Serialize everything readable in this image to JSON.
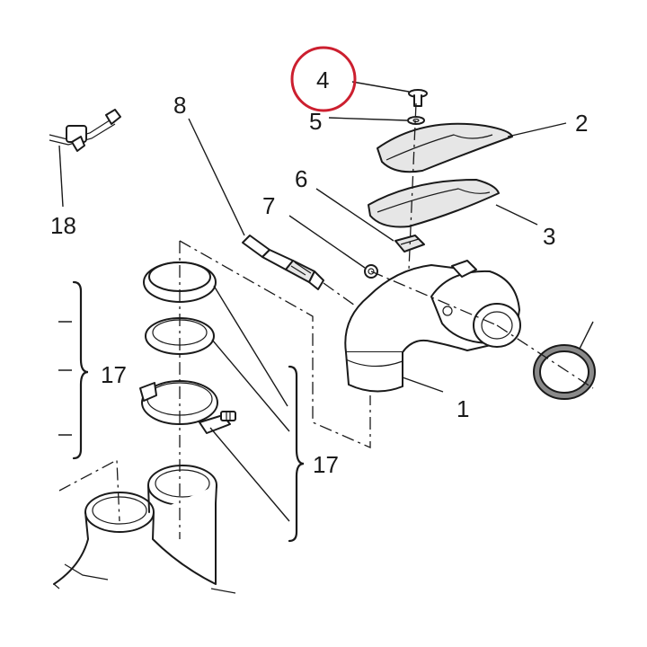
{
  "callouts": {
    "c1": "1",
    "c2": "2",
    "c3": "3",
    "c4": "4",
    "c5": "5",
    "c6": "6",
    "c7": "7",
    "c8": "8",
    "c17a": "17",
    "c17b": "17",
    "c18": "18"
  },
  "colors": {
    "highlight": "#cc1f2f",
    "ink": "#1a1a1a"
  }
}
